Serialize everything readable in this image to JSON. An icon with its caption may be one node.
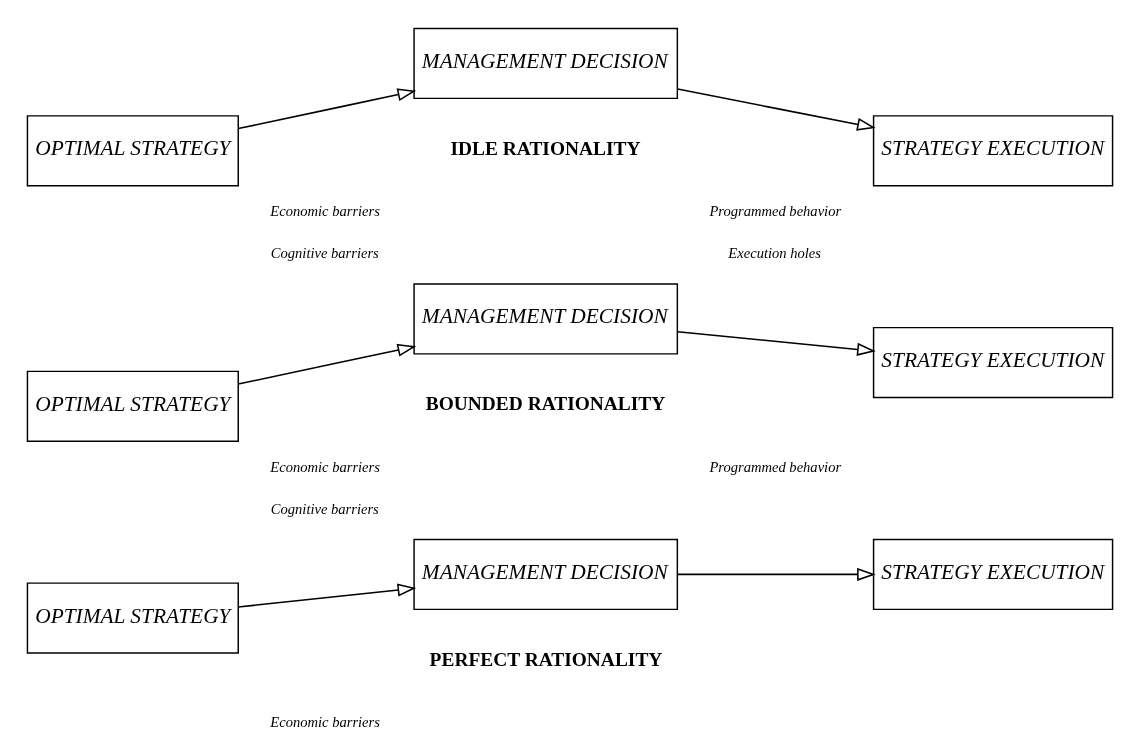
{
  "diagram": {
    "nodes": [
      {
        "text": [
          "OPTIMAL STRATEGY"
        ]
      },
      {
        "text": [
          "MANAGEMENT DECISION"
        ]
      },
      {
        "text": [
          "STRATEGY EXECUTION"
        ]
      },
      {
        "text": [
          "OPTIMAL STRATEGY"
        ]
      },
      {
        "text": [
          "MANAGEMENT DECISION"
        ]
      },
      {
        "text": [
          "STRATEGY EXECUTION"
        ]
      },
      {
        "text": [
          "OPTIMAL STRATEGY"
        ]
      },
      {
        "text": [
          "MANAGEMENT DECISION"
        ]
      },
      {
        "text": [
          "STRATEGY EXECUTION"
        ]
      }
    ],
    "edges": [
      {
        "from": 0,
        "to": 1,
        "arrow": "to"
      },
      {
        "from": 1,
        "to": 2,
        "arrow": "to"
      },
      {
        "from": 3,
        "to": 4,
        "arrow": "to"
      },
      {
        "from": 4,
        "to": 5,
        "arrow": "to"
      },
      {
        "from": 6,
        "to": 7,
        "arrow": "to"
      },
      {
        "from": 7,
        "to": 8,
        "arrow": "to"
      }
    ],
    "labels": [
      "PERFECT RATIONALITY",
      "Economic barriers",
      "BOUNDED RATIONALITY",
      "Economic barriers",
      "Programmed behavior",
      "Cognitive barriers",
      "IDLE RATIONALITY",
      "Economic barriers",
      "Programmed behavior",
      "Cognitive barriers",
      "Execution holes"
    ]
  }
}
